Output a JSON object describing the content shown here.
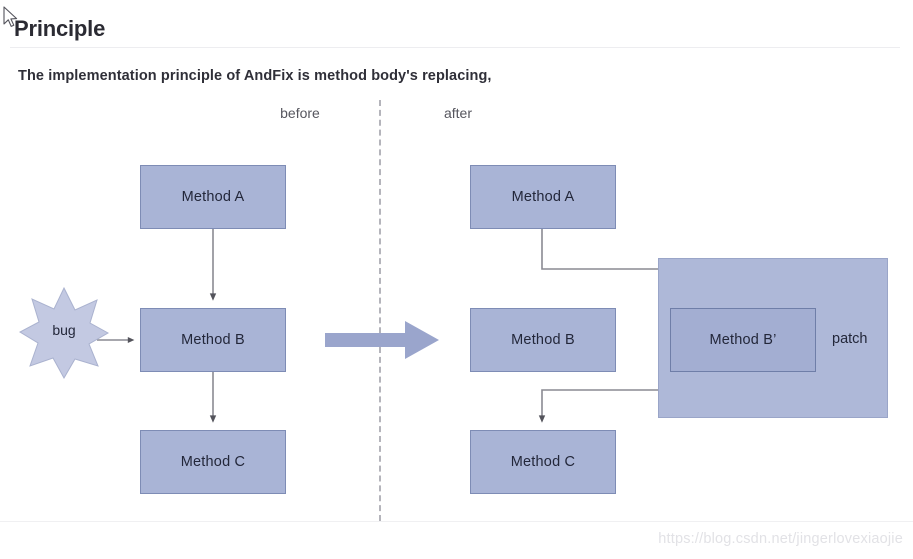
{
  "page": {
    "title": "Principle",
    "subtitle": "The implementation principle of AndFix is method body's replacing,",
    "watermark": "https://blog.csdn.net/jingerlovexiaojie"
  },
  "colors": {
    "box_fill": "#a9b4d6",
    "box_border": "#7e8cb5",
    "patch_fill": "#aeb8d8",
    "arrow_block": "#9aa5cc",
    "connector_line": "#8a8a92",
    "divider_dash": "#b4b4bb",
    "title_text": "#2b2b33"
  },
  "diagram": {
    "columns": [
      {
        "id": "before",
        "label": "before"
      },
      {
        "id": "after",
        "label": "after"
      }
    ],
    "before": {
      "boxes": [
        {
          "id": "method-a",
          "label": "Method A"
        },
        {
          "id": "method-b",
          "label": "Method B"
        },
        {
          "id": "method-c",
          "label": "Method C"
        }
      ],
      "bug": {
        "label": "bug"
      }
    },
    "after": {
      "boxes": [
        {
          "id": "method-a",
          "label": "Method A"
        },
        {
          "id": "method-b",
          "label": "Method B"
        },
        {
          "id": "method-c",
          "label": "Method C"
        }
      ],
      "patch": {
        "label": "patch",
        "inner_box": {
          "id": "method-b-prime",
          "label": "Method B’"
        }
      }
    }
  }
}
